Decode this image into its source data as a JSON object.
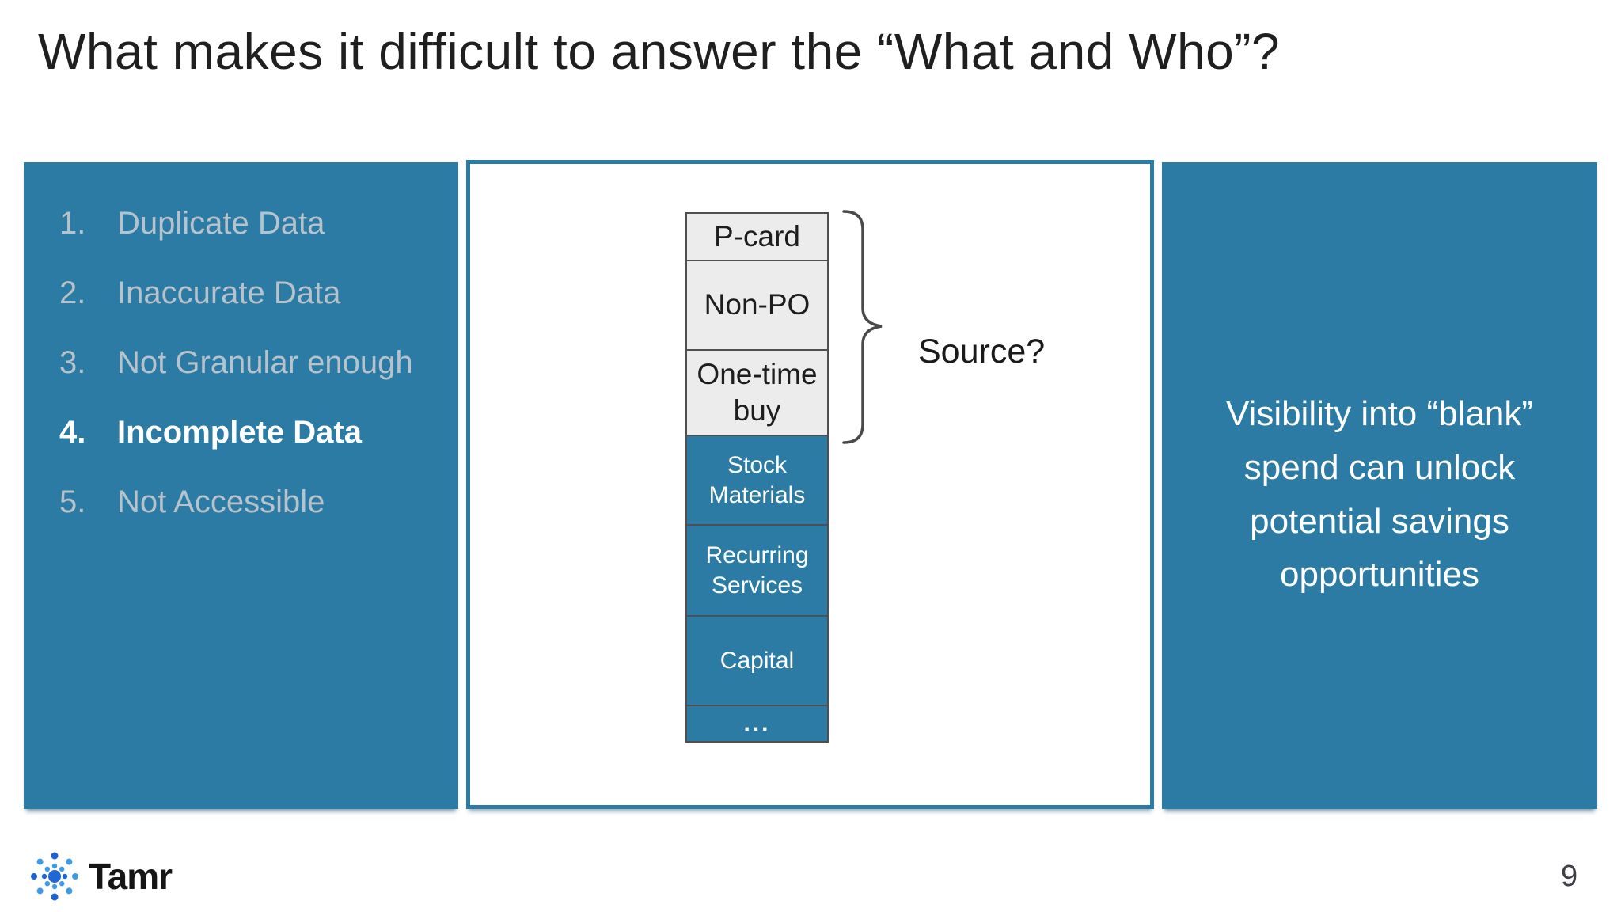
{
  "title": "What makes it difficult to answer the “What and Who”?",
  "left_panel": {
    "items": [
      {
        "number": "1.",
        "label": "Duplicate Data"
      },
      {
        "number": "2.",
        "label": "Inaccurate Data"
      },
      {
        "number": "3.",
        "label": "Not Granular enough"
      },
      {
        "number": "4.",
        "label": "Incomplete Data"
      },
      {
        "number": "5.",
        "label": "Not Accessible"
      }
    ]
  },
  "diagram": {
    "source_label": "Source?",
    "boxes": [
      {
        "label": "P-card",
        "style": "light"
      },
      {
        "label": "Non-PO",
        "style": "light"
      },
      {
        "label": "One-time buy",
        "style": "light"
      },
      {
        "label": "Stock Materials",
        "style": "blue"
      },
      {
        "label": "Recurring Services",
        "style": "blue"
      },
      {
        "label": "Capital",
        "style": "blue"
      },
      {
        "label": "...",
        "style": "blue"
      }
    ]
  },
  "right_panel": {
    "text": "Visibility into “blank” spend can unlock potential savings opportunities"
  },
  "footer": {
    "logo_text": "Tamr",
    "page_number": "9"
  },
  "colors": {
    "accent-blue": "#2b7ba4",
    "muted-text": "#b6c3cc",
    "box-light": "#ececec",
    "box-border": "#4f4f4f",
    "title-text": "#1f1f1f",
    "page-num": "#3f3f47",
    "logo-dark": "#1d63d8",
    "logo-light": "#3d9ae8"
  }
}
